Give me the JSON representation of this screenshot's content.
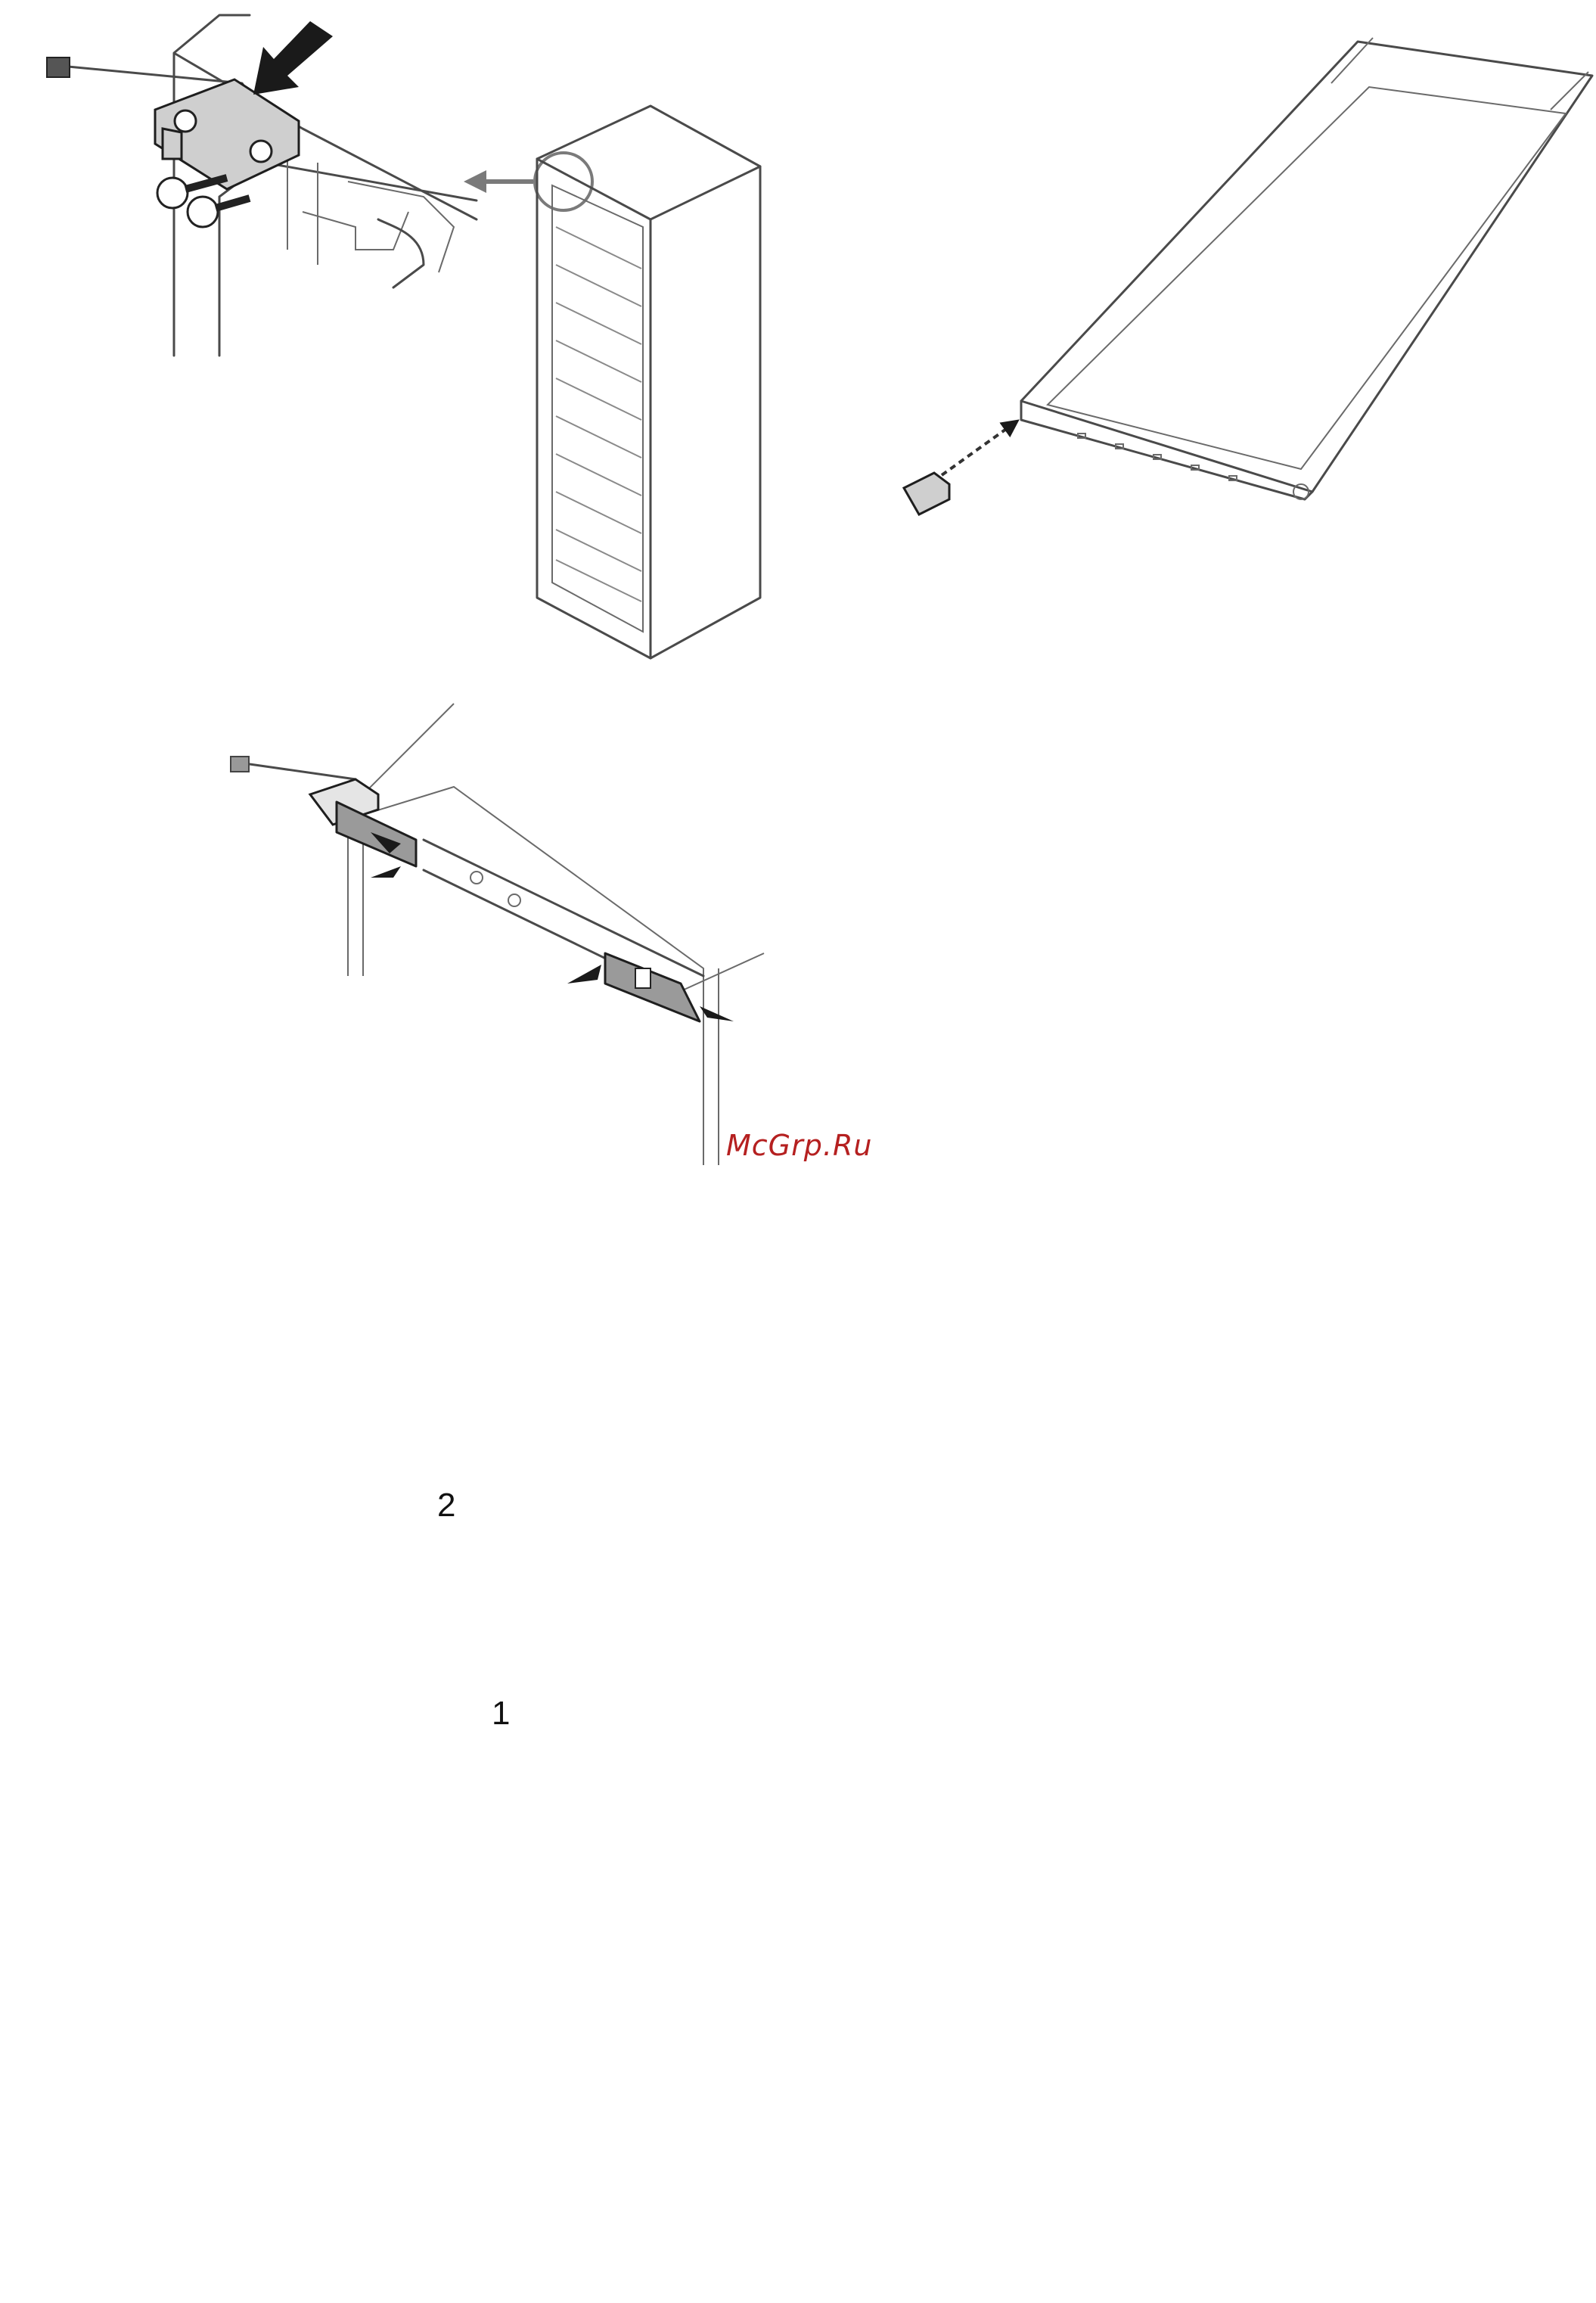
{
  "watermark": {
    "text": "McGrp.Ru"
  },
  "step_labels": {
    "one": "1",
    "two": "2"
  },
  "colors": {
    "watermark": "#b52020",
    "line": "#4a4a4a",
    "part_fill": "#9a9a9a",
    "arrow": "#1a1a1a"
  },
  "panels": [
    {
      "icon": "cabinet-top-hinge-removal-diagram"
    },
    {
      "icon": "door-top-bracket-insertion-diagram"
    },
    {
      "icon": "hinge-plate-clip-release-diagram"
    },
    {
      "icon": "door-lift-off-diagram"
    },
    {
      "icon": "foot-cover-removal-diagram"
    },
    {
      "icon": "bottom-hinge-bracket-rotation-diagram"
    },
    {
      "icon": "plinth-cover-plate-removal-diagram"
    },
    {
      "icon": "plinth-clip-fitting-diagram"
    },
    {
      "icon": "bottom-hinge-screw-fitting-diagram"
    }
  ]
}
